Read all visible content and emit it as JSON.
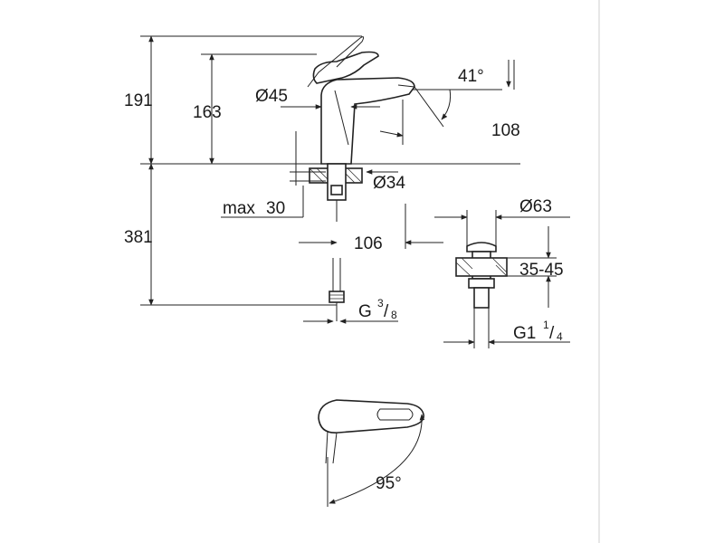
{
  "drawing": {
    "dimensions": {
      "overall_height": "191",
      "spout_height": "163",
      "body_diameter": "Ø45",
      "lever_angle": "41°",
      "spout_reach": "108",
      "mount_hole": "Ø34",
      "max_thickness_prefix": "max",
      "max_thickness_value": "30",
      "below_counter": "381",
      "outlet_offset": "106",
      "waste_diameter": "Ø63",
      "waste_thickness": "35-45",
      "hose_thread_prefix": "G",
      "hose_thread_num": "3",
      "hose_thread_den": "8",
      "waste_thread_prefix": "G1",
      "waste_thread_num": "1",
      "waste_thread_den": "4",
      "lever_swing": "95°"
    }
  }
}
